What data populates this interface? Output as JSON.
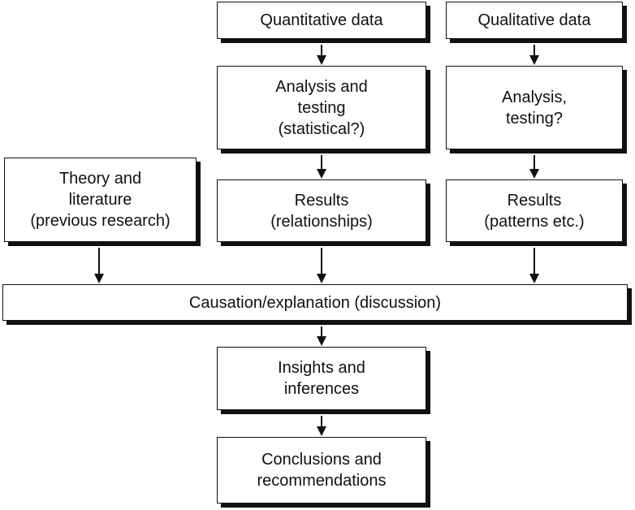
{
  "diagram": {
    "boxes": {
      "quantitative_data": "Quantitative data",
      "qualitative_data": "Qualitative data",
      "analysis_testing_quant": "Analysis and\ntesting\n(statistical?)",
      "analysis_testing_qual": "Analysis,\ntesting?",
      "theory_literature": "Theory and\nliterature\n(previous research)",
      "results_quant": "Results\n(relationships)",
      "results_qual": "Results\n(patterns etc.)",
      "causation": "Causation/explanation (discussion)",
      "insights": "Insights and\ninferences",
      "conclusions": "Conclusions and\nrecommendations"
    },
    "colors": {
      "line": "#111111",
      "background": "#ffffff"
    }
  }
}
